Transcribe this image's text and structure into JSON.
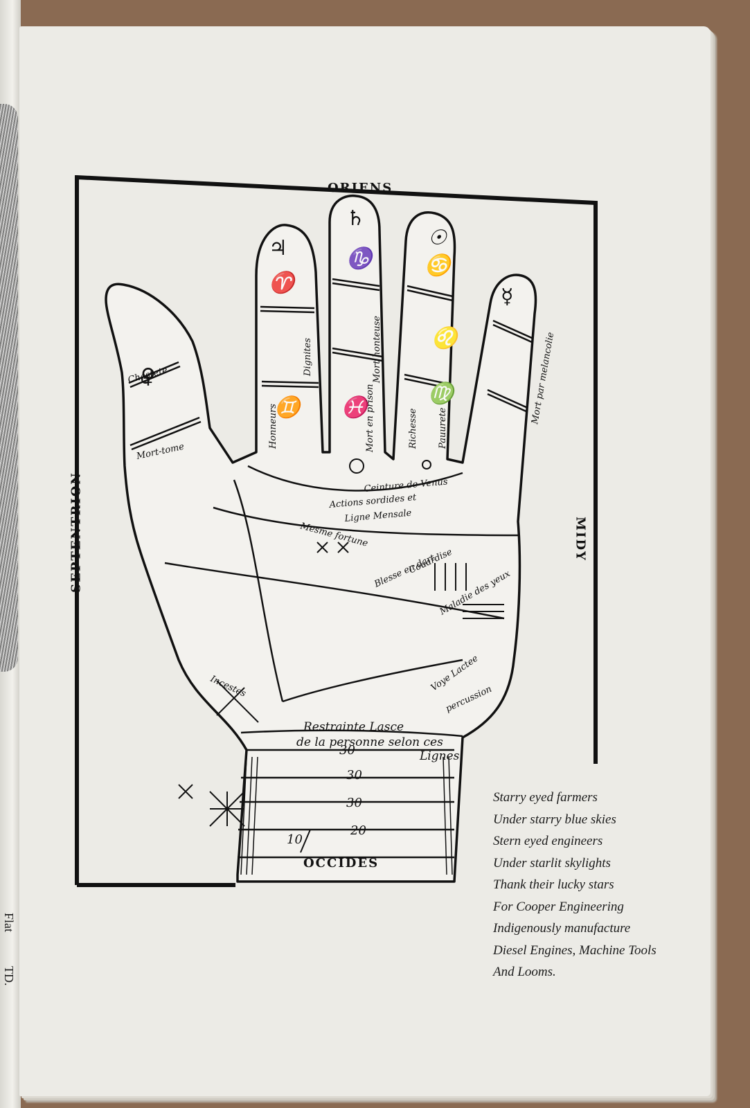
{
  "left_page": {
    "text_1": "Flat",
    "text_2": "TD."
  },
  "chart": {
    "labels": {
      "north": "ORIENS",
      "south": "OCCIDES",
      "west": "SEPTENTRION",
      "east": "MIDY"
    },
    "hand_inscriptions": {
      "chastete": "Chastete",
      "mort_tome": "Mort-tome",
      "honneurs": "Honneurs",
      "dignites": "Dignites",
      "mort_en_prison": "Mort en prison",
      "mort_honteuse": "Mort honteuse",
      "richesse": "Richesse",
      "pauurete": "Pauurete",
      "mort_par_melancolie": "Mort par melancolie",
      "ceinture": "Ceinture de Venus",
      "actions": "Actions sordides et",
      "ligne_mensale": "Ligne Mensale",
      "mesme": "Mesme fortune",
      "blessendart": "Blesse en dart",
      "couardise": "Couardise",
      "maladie": "Maladie des yeux",
      "voye_lactee": "Voye Lactee",
      "percussion": "percussion",
      "incestes": "Incestes",
      "restrainte": "Restrainte Lasce",
      "de_la_personne": "de la personne selon ces",
      "lignes": "Lignes."
    },
    "wrist_numbers": [
      "30",
      "30",
      "30",
      "10",
      "20"
    ]
  },
  "poem": {
    "lines": [
      "Starry eyed farmers",
      "Under starry blue skies",
      "Stern eyed engineers",
      "Under starlit skylights",
      "Thank their lucky stars",
      "For Cooper Engineering",
      "Indigenously manufacture",
      "Diesel Engines, Machine Tools",
      "And Looms."
    ]
  }
}
